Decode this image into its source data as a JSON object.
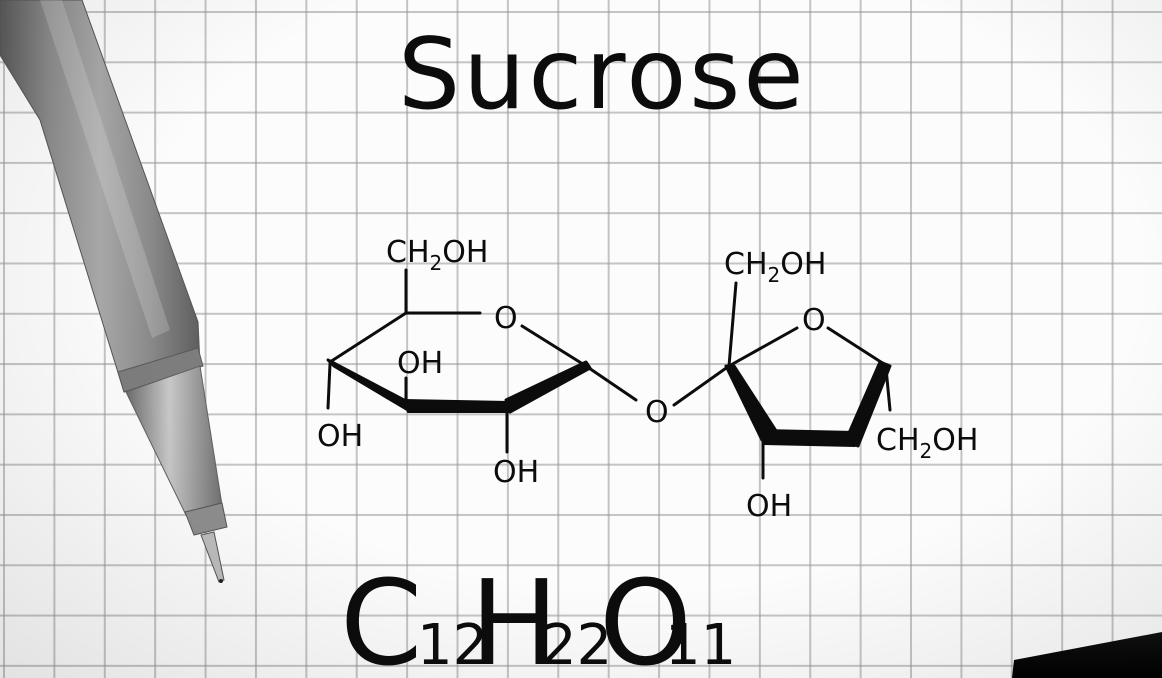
{
  "image": {
    "description": "Handwritten chemical structure of sucrose on graph paper with a gray pen",
    "background": "grid paper",
    "colors": {
      "paper": "#fcfcfc",
      "grid": "#9a9a9a",
      "ink": "#0c0c0c",
      "pen": "#8a8a8a"
    }
  },
  "title": "Sucrose",
  "structure": {
    "glucose_ring": {
      "ring_oxygen": "O",
      "substituents": [
        "CH2OH",
        "OH",
        "OH",
        "OH"
      ],
      "labels": {
        "top_ch2oh": {
          "main": "CH",
          "sub": "2",
          "tail": "OH"
        },
        "inner_oh": "OH",
        "left_oh": "OH",
        "bottom_oh": "OH"
      }
    },
    "glycosidic_oxygen": "O",
    "fructose_ring": {
      "ring_oxygen": "O",
      "labels": {
        "top_ch2oh": {
          "main": "CH",
          "sub": "2",
          "tail": "OH"
        },
        "right_ch2oh": {
          "main": "CH",
          "sub": "2",
          "tail": "OH"
        },
        "bottom_oh": "OH"
      }
    }
  },
  "formula": {
    "text": "C12H22O11",
    "parts": [
      {
        "element": "C",
        "count": "12"
      },
      {
        "element": "H",
        "count": "22"
      },
      {
        "element": "O",
        "count": "11"
      }
    ]
  },
  "objects": [
    "gray pen (upper left)",
    "black object (bottom right corner)"
  ]
}
